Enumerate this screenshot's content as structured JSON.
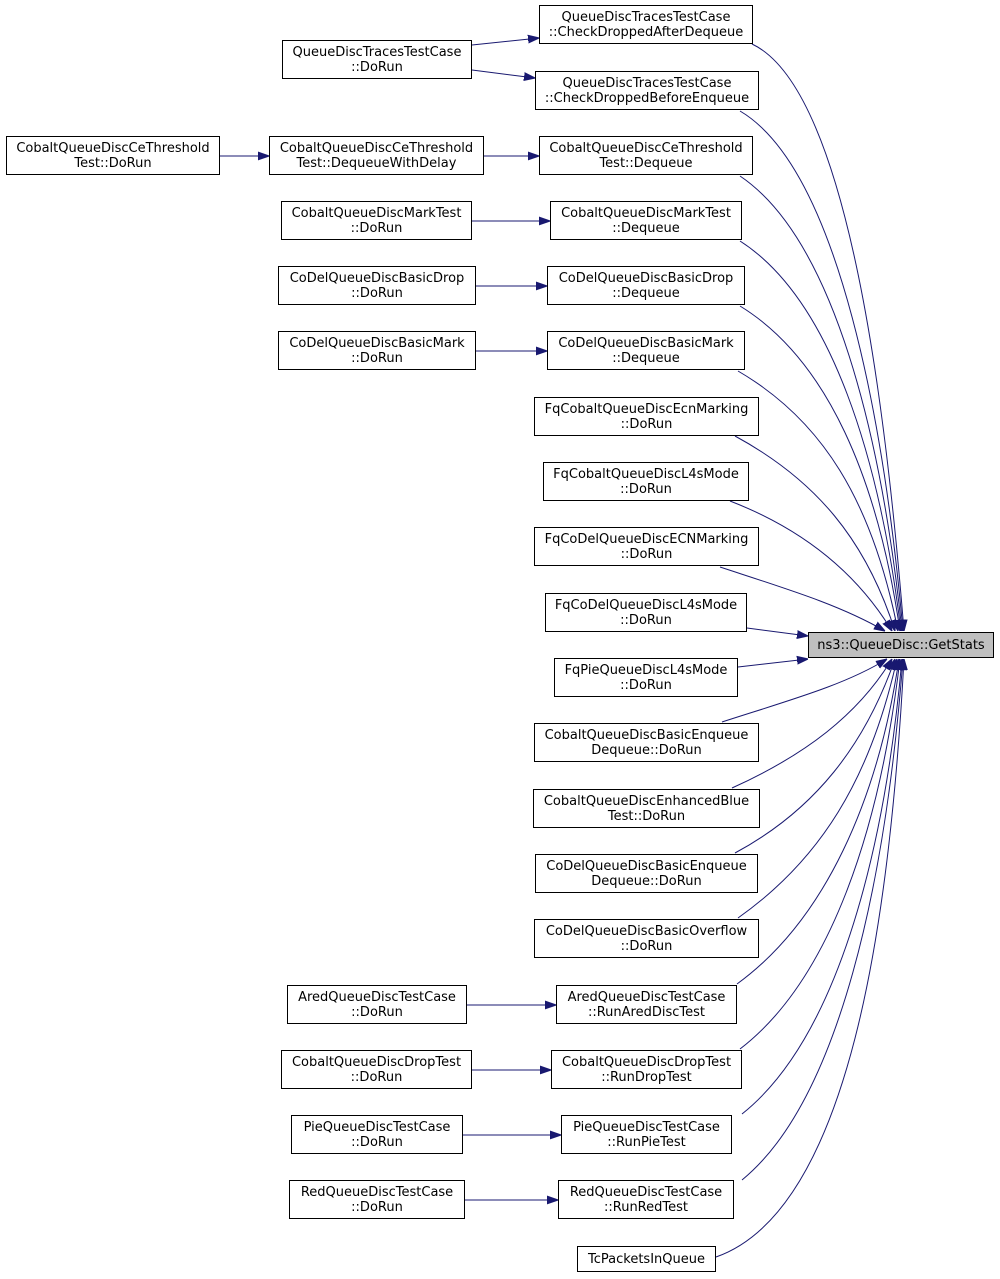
{
  "graph": {
    "edge_color": "#191970",
    "highlight_fill": "#bfbfbf",
    "target": "ns3::QueueDisc::GetStats",
    "nodes": {
      "getstats": [
        "ns3::QueueDisc::GetStats"
      ],
      "qdt_checkAfter": [
        "QueueDiscTracesTestCase",
        "::CheckDroppedAfterDequeue"
      ],
      "qdt_checkBefore": [
        "QueueDiscTracesTestCase",
        "::CheckDroppedBeforeEnqueue"
      ],
      "qdt_dorun": [
        "QueueDiscTracesTestCase",
        "::DoRun"
      ],
      "cce_dequeue": [
        "CobaltQueueDiscCeThreshold",
        "Test::Dequeue"
      ],
      "cce_dqdelay": [
        "CobaltQueueDiscCeThreshold",
        "Test::DequeueWithDelay"
      ],
      "cce_dorun": [
        "CobaltQueueDiscCeThreshold",
        "Test::DoRun"
      ],
      "cmark_dequeue": [
        "CobaltQueueDiscMarkTest",
        "::Dequeue"
      ],
      "cmark_dorun": [
        "CobaltQueueDiscMarkTest",
        "::DoRun"
      ],
      "cddrop_dequeue": [
        "CoDelQueueDiscBasicDrop",
        "::Dequeue"
      ],
      "cddrop_dorun": [
        "CoDelQueueDiscBasicDrop",
        "::DoRun"
      ],
      "cdmark_dequeue": [
        "CoDelQueueDiscBasicMark",
        "::Dequeue"
      ],
      "cdmark_dorun": [
        "CoDelQueueDiscBasicMark",
        "::DoRun"
      ],
      "fqcecn": [
        "FqCobaltQueueDiscEcnMarking",
        "::DoRun"
      ],
      "fqcl4s": [
        "FqCobaltQueueDiscL4sMode",
        "::DoRun"
      ],
      "fqcdecn": [
        "FqCoDelQueueDiscECNMarking",
        "::DoRun"
      ],
      "fqcdl4s": [
        "FqCoDelQueueDiscL4sMode",
        "::DoRun"
      ],
      "fqpiel4s": [
        "FqPieQueueDiscL4sMode",
        "::DoRun"
      ],
      "cbenq": [
        "CobaltQueueDiscBasicEnqueue",
        "Dequeue::DoRun"
      ],
      "cblue": [
        "CobaltQueueDiscEnhancedBlue",
        "Test::DoRun"
      ],
      "cdbenq": [
        "CoDelQueueDiscBasicEnqueue",
        "Dequeue::DoRun"
      ],
      "cdover": [
        "CoDelQueueDiscBasicOverflow",
        "::DoRun"
      ],
      "ared_run": [
        "AredQueueDiscTestCase",
        "::RunAredDiscTest"
      ],
      "ared_dorun": [
        "AredQueueDiscTestCase",
        "::DoRun"
      ],
      "cdrop_run": [
        "CobaltQueueDiscDropTest",
        "::RunDropTest"
      ],
      "cdrop_dorun": [
        "CobaltQueueDiscDropTest",
        "::DoRun"
      ],
      "pie_run": [
        "PieQueueDiscTestCase",
        "::RunPieTest"
      ],
      "pie_dorun": [
        "PieQueueDiscTestCase",
        "::DoRun"
      ],
      "red_run": [
        "RedQueueDiscTestCase",
        "::RunRedTest"
      ],
      "red_dorun": [
        "RedQueueDiscTestCase",
        "::DoRun"
      ],
      "tcpackets": [
        "TcPacketsInQueue"
      ]
    }
  }
}
